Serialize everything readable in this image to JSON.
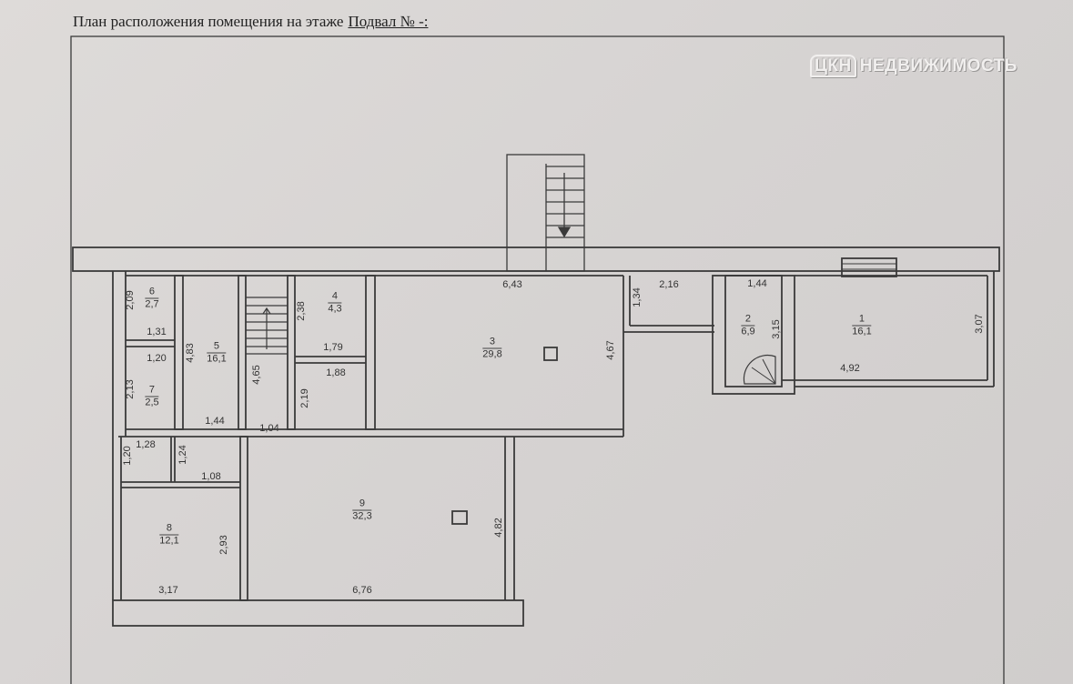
{
  "header": {
    "title": "План расположения помещения на этаже",
    "floor": "Подвал № -:"
  },
  "watermark": {
    "logo": "ЦКН",
    "text": "НЕДВИЖИМОСТЬ"
  },
  "rooms": [
    {
      "number": "6",
      "area": "2,7"
    },
    {
      "number": "5",
      "area": "16,1"
    },
    {
      "number": "7",
      "area": "2,5"
    },
    {
      "number": "4",
      "area": "4,3"
    },
    {
      "number": "3",
      "area": "29,8"
    },
    {
      "number": "2",
      "area": "6,9"
    },
    {
      "number": "1",
      "area": "16,1"
    },
    {
      "number": "8",
      "area": "12,1"
    },
    {
      "number": "9",
      "area": "32,3"
    }
  ],
  "dimensions": [
    "2,09",
    "1,31",
    "1,20",
    "2,13",
    "4,83",
    "1,44",
    "1,04",
    "4,65",
    "2,38",
    "1,79",
    "1,88",
    "2,19",
    "6,43",
    "4,67",
    "1,34",
    "2,16",
    "1,44",
    "3,15",
    "3,07",
    "4,92",
    "1,28",
    "1,20",
    "1,24",
    "1,08",
    "2,93",
    "3,17",
    "6,76",
    "4,82"
  ]
}
